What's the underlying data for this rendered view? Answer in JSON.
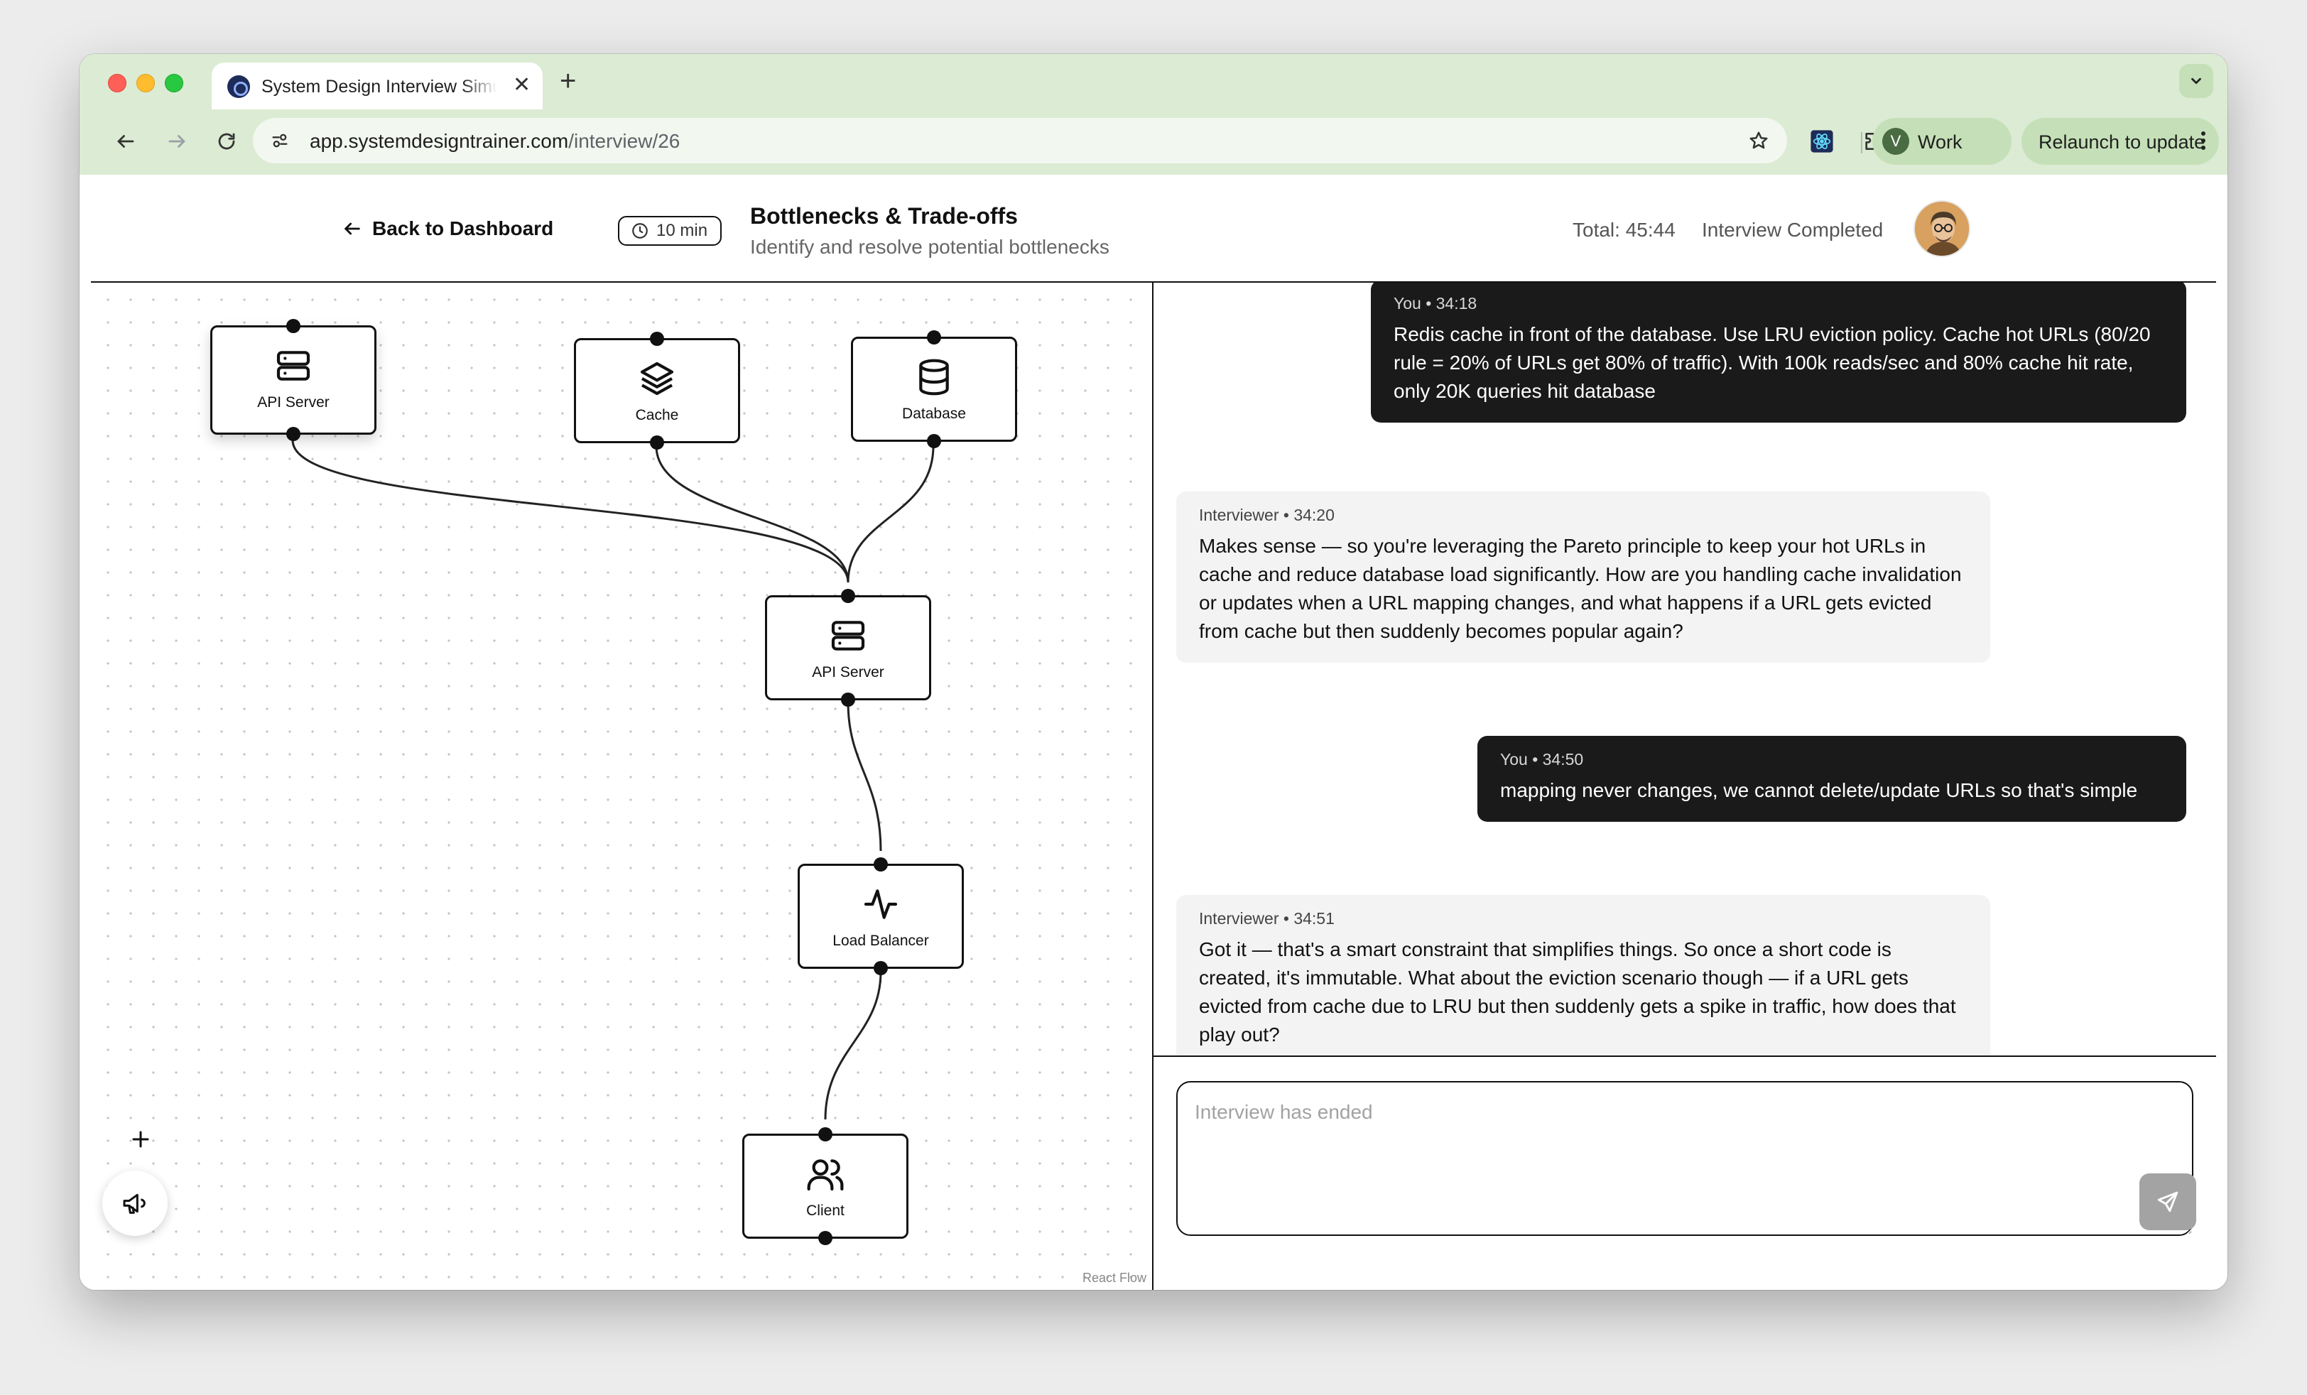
{
  "browser": {
    "tab_title": "System Design Interview Simulator",
    "url_host": "app.systemdesigntrainer.com",
    "url_path": "/interview/26",
    "profile_initial": "V",
    "profile_name": "Work",
    "relaunch_label": "Relaunch to update"
  },
  "header": {
    "back_label": "Back to Dashboard",
    "time_limit": "10 min",
    "phase_title": "Bottlenecks & Trade-offs",
    "phase_subtitle": "Identify and resolve potential bottlenecks",
    "total_time": "Total: 45:44",
    "status": "Interview Completed"
  },
  "diagram": {
    "nodes": [
      {
        "id": "api1",
        "label": "API Server",
        "icon": "server-icon"
      },
      {
        "id": "cache",
        "label": "Cache",
        "icon": "layers-icon"
      },
      {
        "id": "db",
        "label": "Database",
        "icon": "database-icon"
      },
      {
        "id": "api2",
        "label": "API Server",
        "icon": "server-icon"
      },
      {
        "id": "lb",
        "label": "Load Balancer",
        "icon": "activity-icon"
      },
      {
        "id": "client",
        "label": "Client",
        "icon": "users-icon"
      }
    ],
    "edges": [
      {
        "from": "api1",
        "to": "api2"
      },
      {
        "from": "cache",
        "to": "api2"
      },
      {
        "from": "db",
        "to": "api2"
      },
      {
        "from": "api2",
        "to": "lb"
      },
      {
        "from": "lb",
        "to": "client"
      }
    ],
    "attribution": "React Flow"
  },
  "chat": {
    "messages": [
      {
        "role": "user",
        "sender": "You",
        "time": "34:18",
        "meta": "You • 34:18",
        "text": "Redis cache in front of the database. Use LRU eviction policy. Cache hot URLs (80/20 rule = 20% of URLs get 80% of traffic). With 100k reads/sec and 80% cache hit rate, only 20K queries hit database"
      },
      {
        "role": "ai",
        "sender": "Interviewer",
        "time": "34:20",
        "meta": "Interviewer • 34:20",
        "text": "Makes sense — so you're leveraging the Pareto principle to keep your hot URLs in cache and reduce database load significantly. How are you handling cache invalidation or updates when a URL mapping changes, and what happens if a URL gets evicted from cache but then suddenly becomes popular again?"
      },
      {
        "role": "user",
        "sender": "You",
        "time": "34:50",
        "meta": "You • 34:50",
        "text": "mapping never changes, we cannot delete/update URLs so that's simple"
      },
      {
        "role": "ai",
        "sender": "Interviewer",
        "time": "34:51",
        "meta": "Interviewer • 34:51",
        "text": "Got it — that's a smart constraint that simplifies things. So once a short code is created, it's immutable. What about the eviction scenario though — if a URL gets evicted from cache due to LRU but then suddenly gets a spike in traffic, how does that play out?"
      }
    ],
    "input_placeholder": "Interview has ended"
  }
}
